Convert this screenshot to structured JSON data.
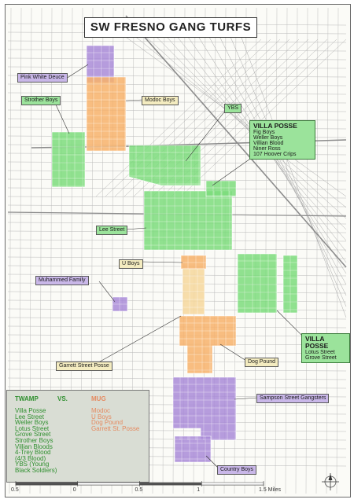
{
  "title": "SW FRESNO GANG TURFS",
  "colors": {
    "twamp": "#7ddc7d",
    "mug": "#f7b26b",
    "mug_light": "#f6d79c",
    "purple": "#a98bd8",
    "label_bg": "#f4ecc0",
    "street": "#b8b8b8",
    "legend_bg": "#d9ddd4"
  },
  "labels": {
    "pink_white_deuce": "Pink White Deuce",
    "strother_boys": "Strother Boys",
    "modoc_boys": "Modoc Boys",
    "ybs": "YBS",
    "lee_street": "Lee Street",
    "u_boys": "U Boys",
    "muhammed_family": "Muhammed Family",
    "garrett_street_posse": "Garrett Street Posse",
    "dog_pound": "Dog Pound",
    "sampson_street_gangsters": "Sampson Street Gangsters",
    "country_boys": "Country Boys"
  },
  "villa_posse_north": {
    "heading": "VILLA POSSE",
    "lines": [
      "Fig Boys",
      "Weller Boys",
      "Villian Blood",
      "Niner Ross",
      "107 Hoover Crips"
    ]
  },
  "villa_posse_east": {
    "heading": "VILLA POSSE",
    "lines": [
      "Lotus Street",
      "Grove Street"
    ]
  },
  "legend": {
    "twamp_head": "TWAMP",
    "vs": "VS.",
    "mug_head": "MUG",
    "twamp_items": [
      "Villa Posse",
      "Lee Street",
      "Weller Boys",
      "Lotus Street",
      "Grove Street",
      "Strother Boys",
      "Villian Bloods",
      "4-Trey Blood",
      "(4/3 Blood)",
      "YBS (Young",
      "Black Soldiers)"
    ],
    "mug_items": [
      "Modoc",
      "U Boys",
      "Dog Pound",
      "Garrett St. Posse"
    ]
  },
  "scale": {
    "ticks": [
      "0.5",
      "0",
      "0.5",
      "1",
      "1.5 Miles"
    ],
    "values": [
      -0.5,
      0,
      0.5,
      1,
      1.5
    ]
  },
  "north_arrow": {
    "icon": "north-arrow-icon"
  }
}
